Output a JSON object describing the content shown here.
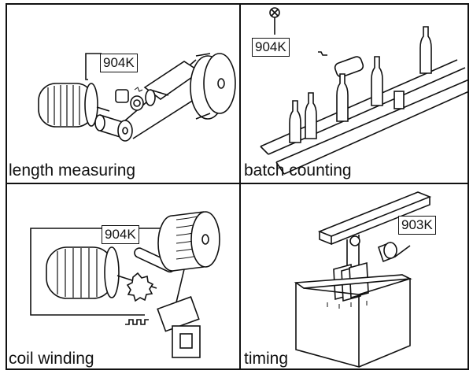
{
  "panels": [
    {
      "caption": "length measuring",
      "device_label": "904K",
      "icon": "length-measuring-illustration"
    },
    {
      "caption": "batch counting",
      "device_label": "904K",
      "icon": "batch-counting-illustration"
    },
    {
      "caption": "coil winding",
      "device_label": "904K",
      "icon": "coil-winding-illustration"
    },
    {
      "caption": "timing",
      "device_label": "903K",
      "icon": "timing-illustration"
    }
  ],
  "colors": {
    "line": "#111111",
    "background": "#ffffff"
  }
}
